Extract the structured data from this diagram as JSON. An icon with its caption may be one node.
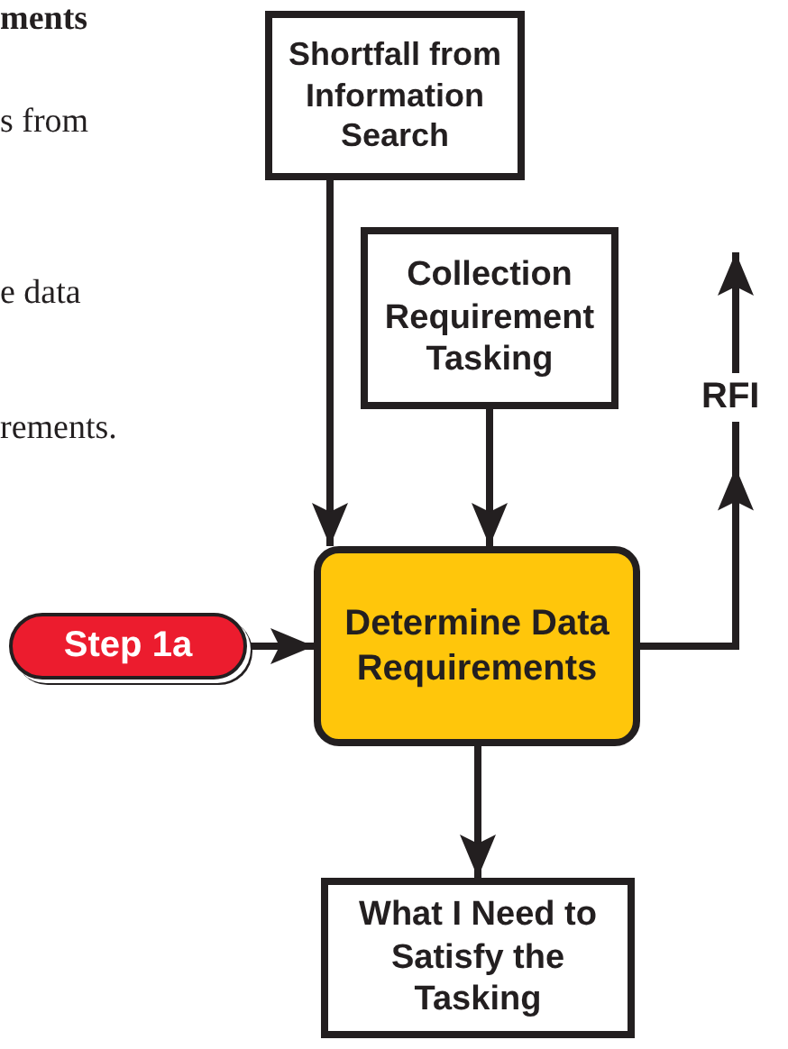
{
  "diagram": {
    "nodes": [
      {
        "text": [
          "Shortfall from Information Search"
        ]
      },
      {
        "text": [
          "Collection Requirement Tasking"
        ]
      },
      {
        "text": [
          "Determine Data Requirements"
        ]
      },
      {
        "text": [
          "What I Need to Satisfy the Tasking"
        ]
      },
      {
        "text": [
          "Step 1a"
        ]
      }
    ],
    "edges": [
      {
        "from": 0,
        "to": 2,
        "arrow": "to"
      },
      {
        "from": 1,
        "to": 2,
        "arrow": "to"
      },
      {
        "from": 4,
        "to": 2,
        "arrow": "to"
      },
      {
        "from": 2,
        "to": 3,
        "arrow": "to"
      },
      {
        "from": 2,
        "to": null,
        "arrow": "to",
        "label": "RFI"
      }
    ],
    "labels": [
      "ments",
      "s from",
      "e data",
      "rements."
    ]
  }
}
